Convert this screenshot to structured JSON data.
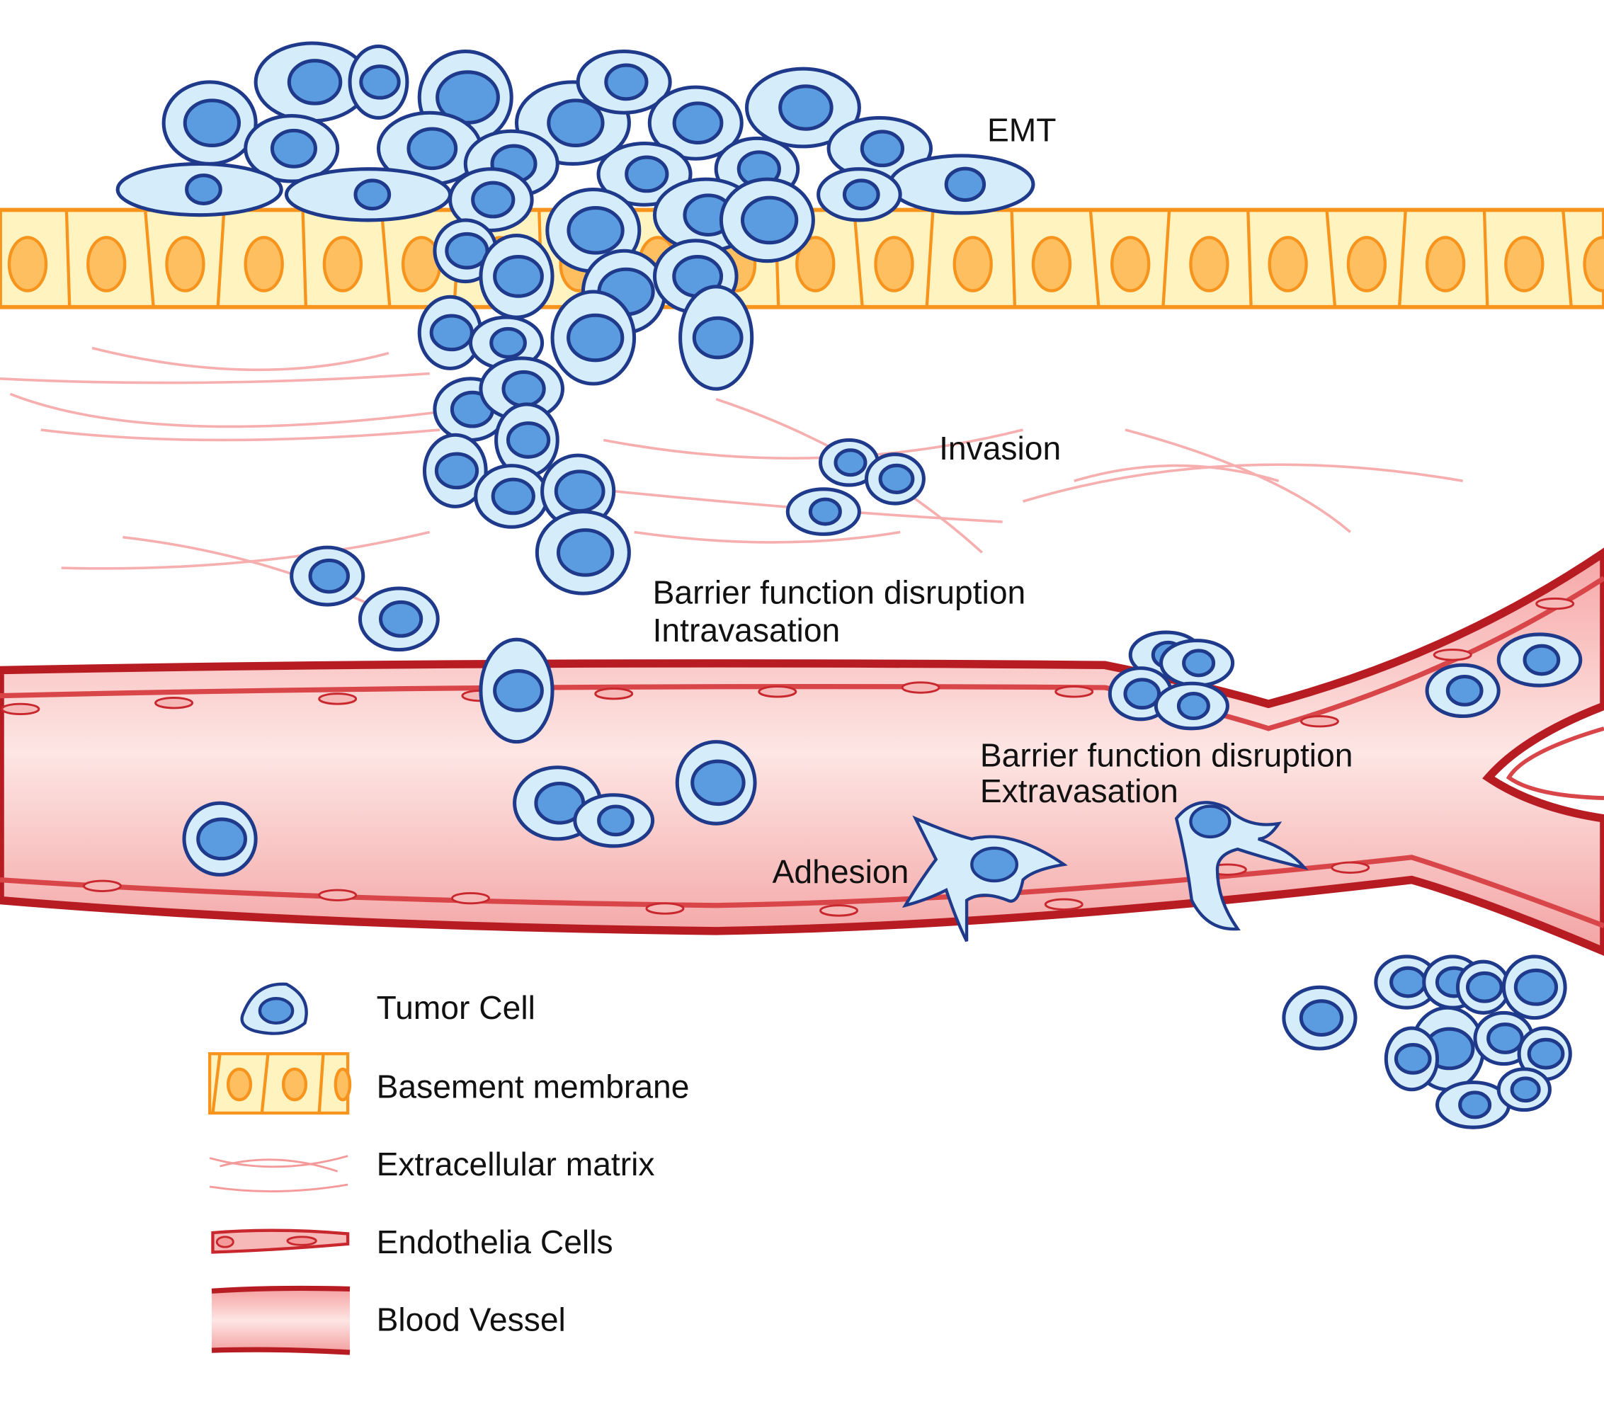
{
  "labels": {
    "emt": "EMT",
    "invasion": "Invasion",
    "intravasation_line1": "Barrier function disruption",
    "intravasation_line2": "Intravasation",
    "extravasation_line1": "Barrier function disruption",
    "extravasation_line2": "Extravasation",
    "adhesion": "Adhesion"
  },
  "legend": [
    {
      "icon": "tumor-cell-icon",
      "label": "Tumor Cell"
    },
    {
      "icon": "basement-membrane-icon",
      "label": "Basement membrane"
    },
    {
      "icon": "extracellular-matrix-icon",
      "label": "Extracellular matrix"
    },
    {
      "icon": "endothelial-cells-icon",
      "label": "Endothelia Cells"
    },
    {
      "icon": "blood-vessel-icon",
      "label": "Blood Vessel"
    }
  ],
  "colors": {
    "tumor_fill": "#d5edfb",
    "tumor_stroke": "#1f3a8a",
    "tumor_nucleus": "#5b9be0",
    "membrane_fill": "#fff3c0",
    "membrane_stroke": "#f7941d",
    "membrane_nucleus": "#fdbf5f",
    "ecm": "#f59a9a",
    "vessel_wall": "#c8272d",
    "vessel_inner": "#f7b8b8"
  }
}
